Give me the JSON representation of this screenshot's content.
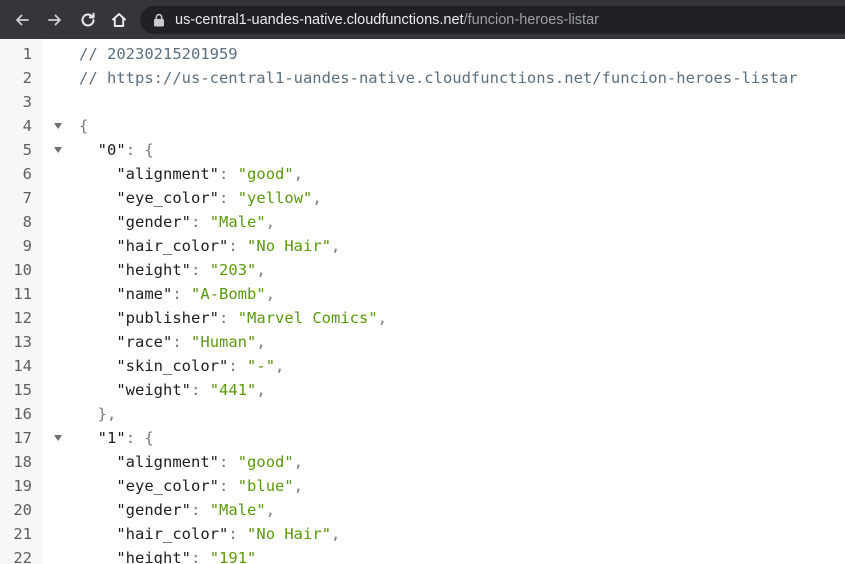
{
  "browser": {
    "url_host": "us-central1-uandes-native.cloudfunctions.net",
    "url_path": "/funcion-heroes-listar",
    "icons": [
      "back-icon",
      "forward-icon",
      "reload-icon",
      "home-icon",
      "lock-icon"
    ]
  },
  "viewer": {
    "comments": [
      "// 20230215201959",
      "// https://us-central1-uandes-native.cloudfunctions.net/funcion-heroes-listar"
    ],
    "line_numbers": [
      "1",
      "2",
      "3",
      "4",
      "5",
      "6",
      "7",
      "8",
      "9",
      "10",
      "11",
      "12",
      "13",
      "14",
      "15",
      "16",
      "17",
      "18",
      "19",
      "20",
      "21",
      "22"
    ],
    "open_brace": "{",
    "close_brace_comma": "},",
    "objects": [
      {
        "key": "0",
        "fields": [
          {
            "key": "alignment",
            "value": "good"
          },
          {
            "key": "eye_color",
            "value": "yellow"
          },
          {
            "key": "gender",
            "value": "Male"
          },
          {
            "key": "hair_color",
            "value": "No Hair"
          },
          {
            "key": "height",
            "value": "203"
          },
          {
            "key": "name",
            "value": "A-Bomb"
          },
          {
            "key": "publisher",
            "value": "Marvel Comics"
          },
          {
            "key": "race",
            "value": "Human"
          },
          {
            "key": "skin_color",
            "value": "-"
          },
          {
            "key": "weight",
            "value": "441"
          }
        ]
      },
      {
        "key": "1",
        "fields": [
          {
            "key": "alignment",
            "value": "good"
          },
          {
            "key": "eye_color",
            "value": "blue"
          },
          {
            "key": "gender",
            "value": "Male"
          },
          {
            "key": "hair_color",
            "value": "No Hair"
          },
          {
            "key": "height",
            "value": "191"
          }
        ]
      }
    ]
  }
}
